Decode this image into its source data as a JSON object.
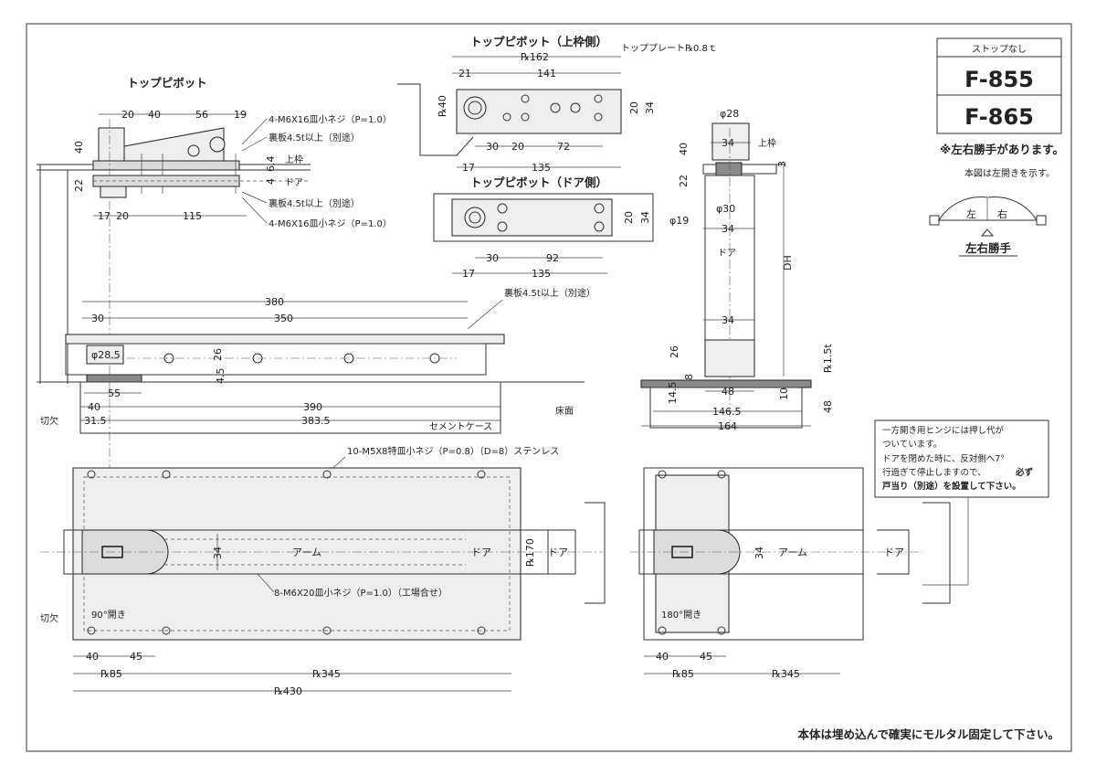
{
  "titles": {
    "top_pivot": "トップピボット",
    "top_pivot_frame": "トップピボット（上枠側）",
    "top_pivot_door": "トップピボット（ドア側）"
  },
  "model_box": {
    "header": "ストップなし",
    "model_1": "F-855",
    "model_2": "F-865"
  },
  "hand_note": {
    "line1": "※左右勝手があります。",
    "line2": "本図は左開きを示す。",
    "left": "左",
    "right": "右",
    "caption": "左右勝手"
  },
  "callouts": {
    "screw_m6x16_a": "4-M6X16皿小ネジ（P=1.0）",
    "backplate_a": "裏板4.5t以上（別途）",
    "backplate_b": "裏板4.5t以上（別途）",
    "screw_m6x16_b": "4-M6X16皿小ネジ（P=1.0）",
    "top_plate": "トッププレート℞0.8ｔ",
    "backplate_c": "裏板4.5t以上（別途）",
    "screw_m5": "10-M5X8特皿小ネジ（P=0.8）（D=8）ステンレス",
    "screw_m6x20": "8-M6X20皿小ネジ（P=1.0）（工場合せ）",
    "cement_case": "セメントケース",
    "floor": "床面",
    "notch_1": "切欠",
    "notch_2": "切欠",
    "frame": "上枠",
    "door": "ドア",
    "door_side": "ドア",
    "arm_1": "アーム",
    "arm_2": "アーム",
    "door_a": "ドア",
    "door_b": "ドア",
    "door_c": "ドア",
    "open_90": "90°開き",
    "open_180": "180°開き",
    "dh": "DH"
  },
  "side_note": {
    "line1": "一方開き用ヒンジには押し代が",
    "line2": "ついています。",
    "line3": "ドアを閉めた時に、反対側へ7°",
    "line4_a": "行過ぎて停止しますので、",
    "line4_b": "必ず",
    "line5": "戸当り（別途）を設置して下さい。"
  },
  "footer": "本体は埋め込んで確実にモルタル固定して下さい。",
  "dims": {
    "tp_20": "20",
    "tp_40": "40",
    "tp_56": "56",
    "tp_19": "19",
    "tp_v40": "40",
    "tp_v22": "22",
    "tp_v64": "6.4",
    "tp_v4": "4",
    "tp_17": "17",
    "tp_20b": "20",
    "tp_115": "115",
    "tf_162": "℞162",
    "tf_21": "21",
    "tf_141": "141",
    "tf_R40": "℞40",
    "tf_20": "20",
    "tf_34": "34",
    "tf_30": "30",
    "tf_20b": "20",
    "tf_72": "72",
    "tf_17": "17",
    "tf_135": "135",
    "td_20": "20",
    "td_34": "34",
    "td_30": "30",
    "td_92": "92",
    "td_17": "17",
    "td_135": "135",
    "sv_phi28": "φ28",
    "sv_34a": "34",
    "sv_40": "40",
    "sv_22": "22",
    "sv_3": "3",
    "sv_phi30": "φ30",
    "sv_phi19": "φ19",
    "sv_34b": "34",
    "sv_34c": "34",
    "sv_26": "26",
    "sv_8": "8",
    "sv_145": "14.5",
    "sv_48": "48",
    "sv_10": "10",
    "sv_1465": "146.5",
    "sv_164": "164",
    "sv_R15": "℞1.5t",
    "sv_48v": "48",
    "fv_380": "380",
    "fv_30": "30",
    "fv_350": "350",
    "fv_phi285": "φ28.5",
    "fv_26": "26",
    "fv_45": "4.5",
    "fv_55": "55",
    "fv_40": "40",
    "fv_390": "390",
    "fv_315": "31.5",
    "fv_3835": "383.5",
    "pl_R170": "℞170",
    "pl_34": "34",
    "pl_40": "40",
    "pl_45": "45",
    "pl_R85": "℞85",
    "pl_R345": "℞345",
    "pl_R430": "℞430",
    "pr_34": "34",
    "pr_40": "40",
    "pr_45": "45",
    "pr_R85": "℞85",
    "pr_R345": "℞345"
  }
}
